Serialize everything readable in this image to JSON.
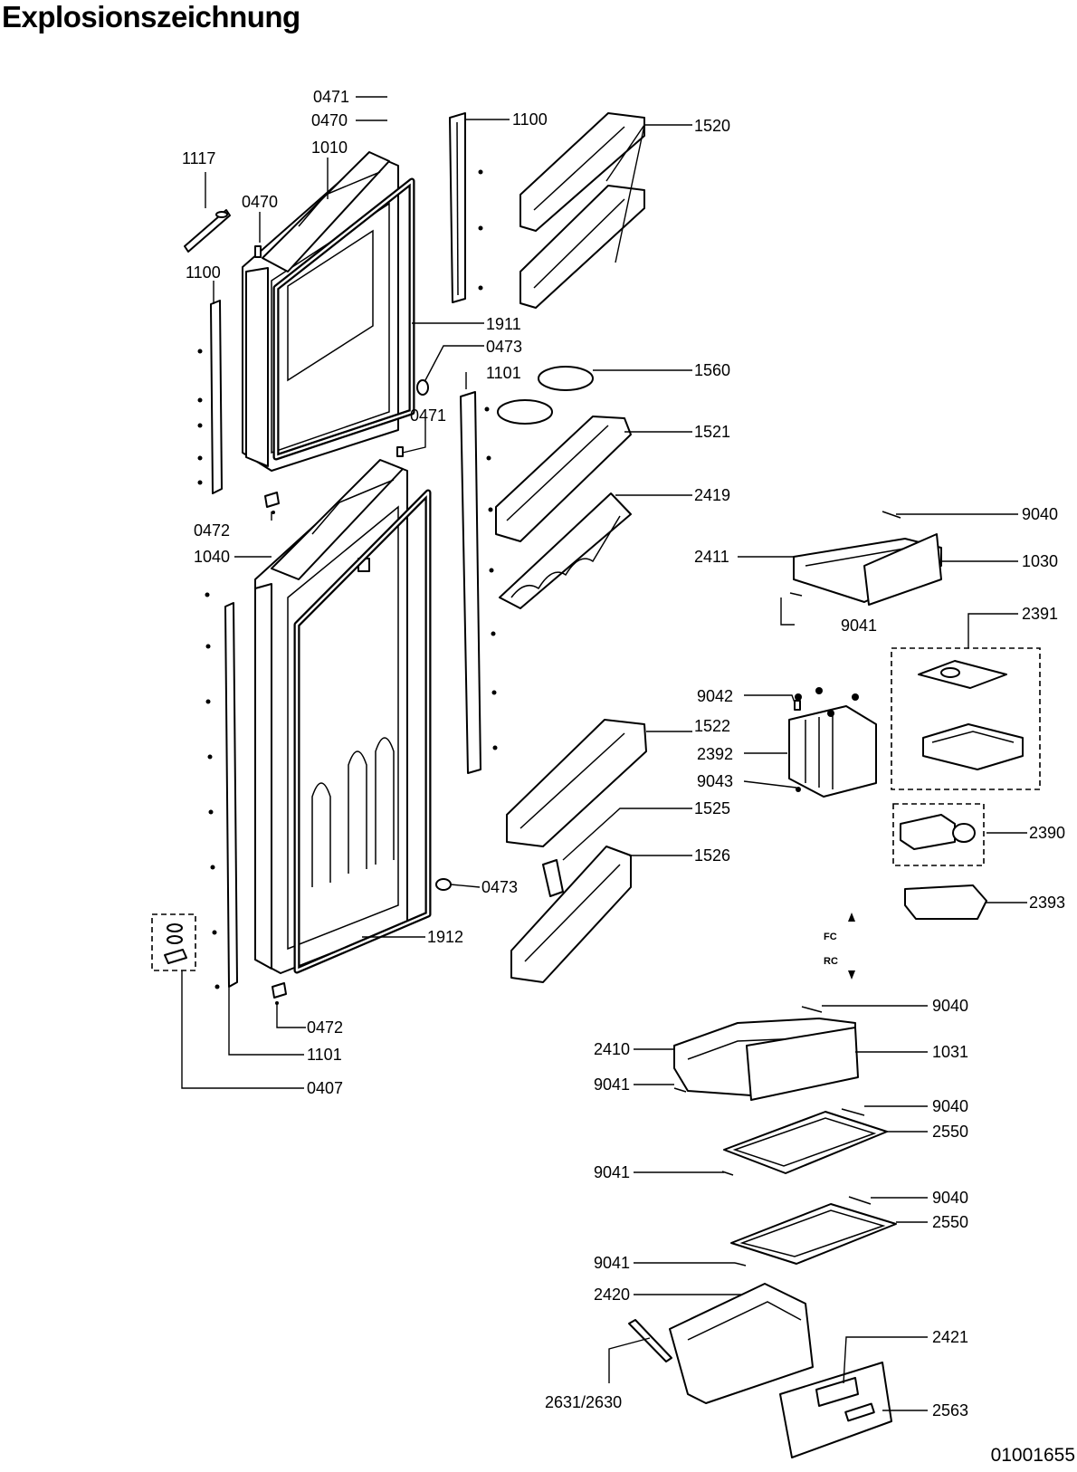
{
  "title": "Explosionszeichnung",
  "doc_id": "01001655",
  "marks": {
    "fc": "FC",
    "rc": "RC"
  },
  "labels": {
    "p0471a": "0471",
    "p0470a": "0470",
    "p1010": "1010",
    "p1117": "1117",
    "p0470b": "0470",
    "p1100a": "1100",
    "p1100b": "1100",
    "p1520": "1520",
    "p1911": "1911",
    "p0473a": "0473",
    "p1101a": "1101",
    "p1560": "1560",
    "p0471b": "0471",
    "p1521": "1521",
    "p2419": "2419",
    "p0472a": "0472",
    "p1040": "1040",
    "p9040a": "9040",
    "p2411": "2411",
    "p1030": "1030",
    "p9041a": "9041",
    "p2391": "2391",
    "p9042": "9042",
    "p1522": "1522",
    "p2392": "2392",
    "p9043": "9043",
    "p1525": "1525",
    "p2390": "2390",
    "p1526": "1526",
    "p0473b": "0473",
    "p2393": "2393",
    "p1912": "1912",
    "p0472b": "0472",
    "p1101b": "1101",
    "p0407": "0407",
    "p9040b": "9040",
    "p2410": "2410",
    "p1031": "1031",
    "p9041b": "9041",
    "p9040c": "9040",
    "p2550a": "2550",
    "p9041c": "9041",
    "p9040d": "9040",
    "p2550b": "2550",
    "p9041d": "9041",
    "p2420": "2420",
    "p2421": "2421",
    "p2631": "2631/2630",
    "p2563": "2563"
  }
}
